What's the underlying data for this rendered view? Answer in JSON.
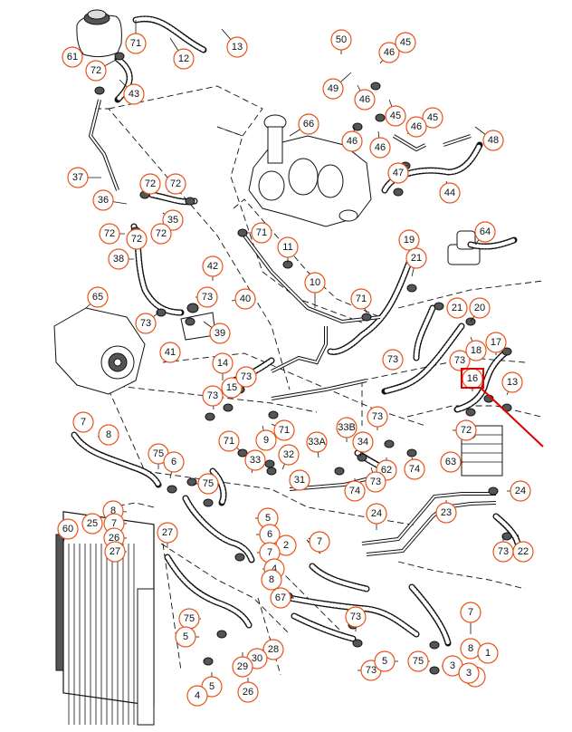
{
  "accent_color": "#e8541a",
  "highlight_color": "#e00000",
  "callouts": [
    {
      "label": "61"
    },
    {
      "label": "71"
    },
    {
      "label": "12"
    },
    {
      "label": "13"
    },
    {
      "label": "72"
    },
    {
      "label": "43"
    },
    {
      "label": "50"
    },
    {
      "label": "46"
    },
    {
      "label": "45"
    },
    {
      "label": "49"
    },
    {
      "label": "46"
    },
    {
      "label": "45"
    },
    {
      "label": "66"
    },
    {
      "label": "46"
    },
    {
      "label": "46"
    },
    {
      "label": "45"
    },
    {
      "label": "48"
    },
    {
      "label": "37"
    },
    {
      "label": "46"
    },
    {
      "label": "47"
    },
    {
      "label": "36"
    },
    {
      "label": "72"
    },
    {
      "label": "72"
    },
    {
      "label": "44"
    },
    {
      "label": "35"
    },
    {
      "label": "72"
    },
    {
      "label": "72"
    },
    {
      "label": "72"
    },
    {
      "label": "71"
    },
    {
      "label": "19"
    },
    {
      "label": "64"
    },
    {
      "label": "11"
    },
    {
      "label": "38"
    },
    {
      "label": "42"
    },
    {
      "label": "21"
    },
    {
      "label": "10"
    },
    {
      "label": "73"
    },
    {
      "label": "40"
    },
    {
      "label": "71"
    },
    {
      "label": "65"
    },
    {
      "label": "21"
    },
    {
      "label": "20"
    },
    {
      "label": "73"
    },
    {
      "label": "39"
    },
    {
      "label": "41"
    },
    {
      "label": "73"
    },
    {
      "label": "73"
    },
    {
      "label": "17"
    },
    {
      "label": "18"
    },
    {
      "label": "14"
    },
    {
      "label": "15"
    },
    {
      "label": "73"
    },
    {
      "label": "16"
    },
    {
      "label": "13"
    },
    {
      "label": "73"
    },
    {
      "label": "7"
    },
    {
      "label": "8"
    },
    {
      "label": "71"
    },
    {
      "label": "9"
    },
    {
      "label": "71"
    },
    {
      "label": "33B"
    },
    {
      "label": "73"
    },
    {
      "label": "72"
    },
    {
      "label": "33A"
    },
    {
      "label": "34"
    },
    {
      "label": "32"
    },
    {
      "label": "75"
    },
    {
      "label": "6"
    },
    {
      "label": "33"
    },
    {
      "label": "62"
    },
    {
      "label": "74"
    },
    {
      "label": "63"
    },
    {
      "label": "31"
    },
    {
      "label": "75"
    },
    {
      "label": "74"
    },
    {
      "label": "73"
    },
    {
      "label": "24"
    },
    {
      "label": "8"
    },
    {
      "label": "5"
    },
    {
      "label": "60"
    },
    {
      "label": "25"
    },
    {
      "label": "7"
    },
    {
      "label": "26"
    },
    {
      "label": "27"
    },
    {
      "label": "6"
    },
    {
      "label": "2"
    },
    {
      "label": "7"
    },
    {
      "label": "24"
    },
    {
      "label": "23"
    },
    {
      "label": "27"
    },
    {
      "label": "7"
    },
    {
      "label": "4"
    },
    {
      "label": "8"
    },
    {
      "label": "73"
    },
    {
      "label": "22"
    },
    {
      "label": "67"
    },
    {
      "label": "7"
    },
    {
      "label": "75"
    },
    {
      "label": "73"
    },
    {
      "label": "5"
    },
    {
      "label": "28"
    },
    {
      "label": "30"
    },
    {
      "label": "8"
    },
    {
      "label": "1"
    },
    {
      "label": "73"
    },
    {
      "label": "5"
    },
    {
      "label": "75"
    },
    {
      "label": "29"
    },
    {
      "label": "3"
    },
    {
      "label": "4"
    },
    {
      "label": "5"
    },
    {
      "label": "26"
    },
    {
      "label": "3"
    },
    {
      "label": "4"
    }
  ]
}
